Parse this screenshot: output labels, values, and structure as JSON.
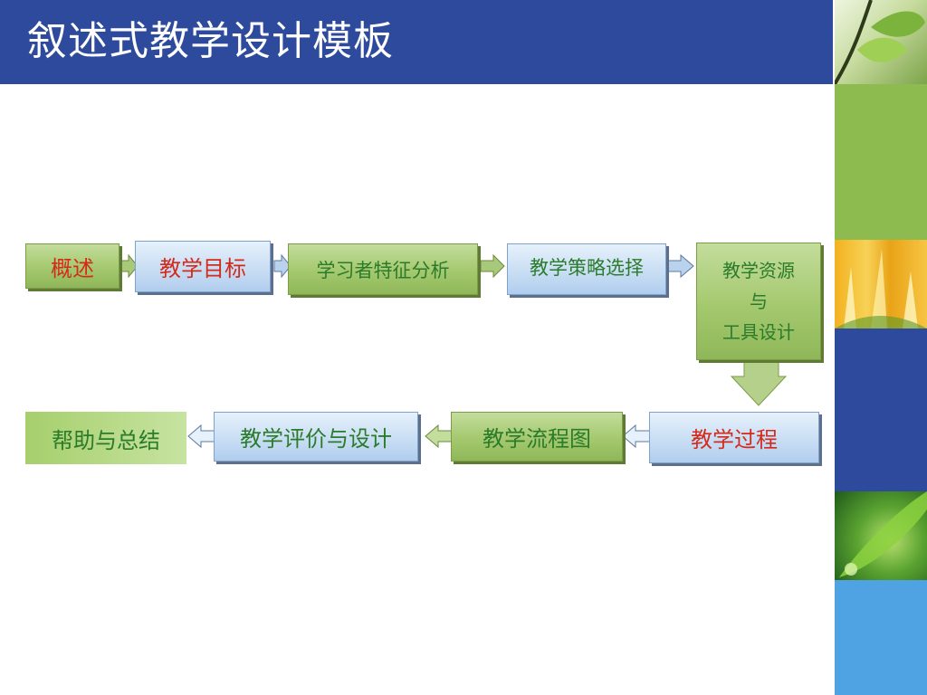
{
  "slide": {
    "title": "叙述式教学设计模板"
  },
  "flow": {
    "row1": [
      {
        "label": "概述"
      },
      {
        "label": "教学目标"
      },
      {
        "label": "学习者特征分析"
      },
      {
        "label": "教学策略选择"
      }
    ],
    "resource": {
      "line1": "教学资源",
      "line2": "与",
      "line3": "工具设计"
    },
    "row2": [
      {
        "label": "教学过程"
      },
      {
        "label": "教学流程图"
      },
      {
        "label": "教学评价与设计"
      },
      {
        "label": "帮助与总结"
      }
    ]
  },
  "colors": {
    "title_bar": "#2e4a9c",
    "accent_red": "#d42a1c",
    "text_green": "#2a7b2a",
    "box_green": "#a4c86e",
    "box_blue": "#c6dcf3"
  },
  "icons": [
    "arrow-right-icon",
    "arrow-down-icon",
    "arrow-left-icon"
  ]
}
